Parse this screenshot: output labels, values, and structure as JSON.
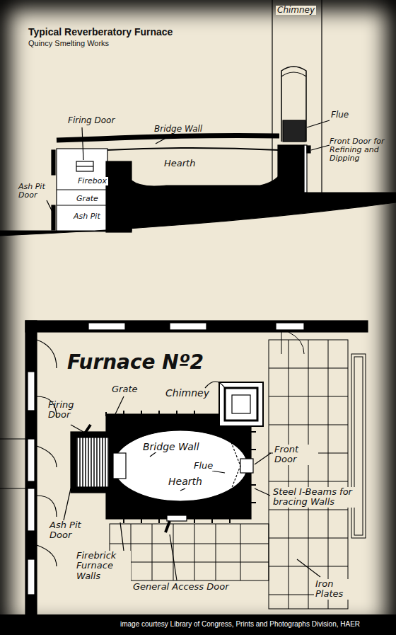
{
  "diagram": {
    "title": "Typical Reverberatory Furnace",
    "caption": "image courtesy Library of Congress, Prints and Photographs Division, HAER",
    "labels": [
      "Quincy Smelting Works",
      "Chimney",
      "Firing Door",
      "Bridge Wall",
      "Flue",
      "Front Door for Refining and Dipping",
      "Firebox",
      "Hearth",
      "Grate",
      "Ash Pit Door",
      "Ash Pit",
      "Furnace Nº2",
      "Grate",
      "Chimney",
      "Firing Door",
      "Bridge Wall",
      "Flue",
      "Hearth",
      "Front Door",
      "Steel I-Beams for bracing Walls",
      "Ash Pit Door",
      "Firebrick Furnace Walls",
      "General Access Door",
      "Iron Plates"
    ]
  }
}
